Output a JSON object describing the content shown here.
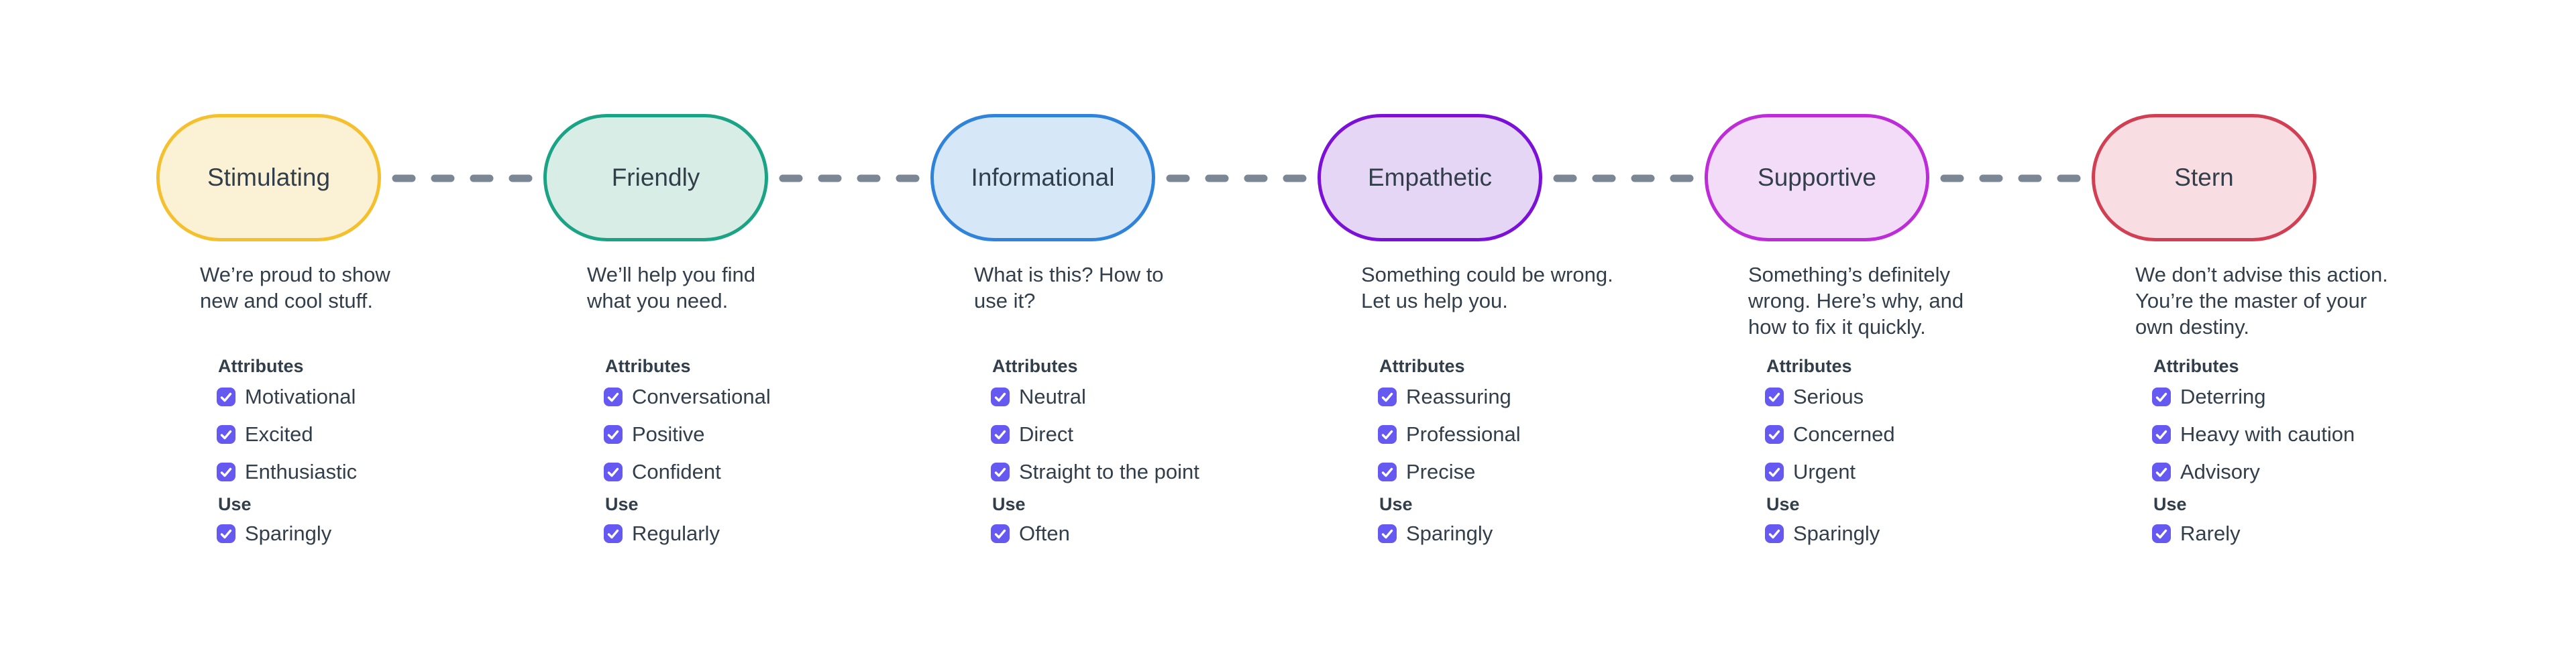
{
  "palette": {
    "background": "#FFFFFF",
    "text": "#323F4B",
    "checkbox_fill": "#6659F1",
    "checkmark": "#FFFFFF",
    "connector_dash": "#7B8794"
  },
  "sections": {
    "attributes_label": "Attributes",
    "use_label": "Use"
  },
  "tones": [
    {
      "label": "Stimulating",
      "description": "We’re proud to show\nnew and cool stuff.",
      "fill": "#FBF2D5",
      "border": "#F5C02E",
      "attributes": [
        {
          "label": "Motivational",
          "checked": true
        },
        {
          "label": "Excited",
          "checked": true
        },
        {
          "label": "Enthusiastic",
          "checked": true
        }
      ],
      "use": {
        "label": "Sparingly",
        "checked": true
      }
    },
    {
      "label": "Friendly",
      "description": "We’ll help you find\nwhat you need.",
      "fill": "#D9EDE7",
      "border": "#1AA385",
      "attributes": [
        {
          "label": "Conversational",
          "checked": true
        },
        {
          "label": "Positive",
          "checked": true
        },
        {
          "label": "Confident",
          "checked": true
        }
      ],
      "use": {
        "label": "Regularly",
        "checked": true
      }
    },
    {
      "label": "Informational",
      "description": "What is this? How to\nuse it?",
      "fill": "#D6E8F8",
      "border": "#2F83DA",
      "attributes": [
        {
          "label": "Neutral",
          "checked": true
        },
        {
          "label": "Direct",
          "checked": true
        },
        {
          "label": "Straight to the point",
          "checked": true
        }
      ],
      "use": {
        "label": "Often",
        "checked": true
      }
    },
    {
      "label": "Empathetic",
      "description": "Something could be wrong.\nLet us help you.",
      "fill": "#E6D6F5",
      "border": "#7B10D8",
      "attributes": [
        {
          "label": "Reassuring",
          "checked": true
        },
        {
          "label": "Professional",
          "checked": true
        },
        {
          "label": "Precise",
          "checked": true
        }
      ],
      "use": {
        "label": "Sparingly",
        "checked": true
      }
    },
    {
      "label": "Supportive",
      "description": "Something’s definitely\nwrong. Here’s why, and\nhow to fix it quickly.",
      "fill": "#F2DCF7",
      "border": "#BE2BD9",
      "attributes": [
        {
          "label": "Serious",
          "checked": true
        },
        {
          "label": "Concerned",
          "checked": true
        },
        {
          "label": "Urgent",
          "checked": true
        }
      ],
      "use": {
        "label": "Sparingly",
        "checked": true
      }
    },
    {
      "label": "Stern",
      "description": "We don’t advise this action.\nYou’re the master of your\nown destiny.",
      "fill": "#F8DDE2",
      "border": "#D23F53",
      "attributes": [
        {
          "label": "Deterring",
          "checked": true
        },
        {
          "label": "Heavy with caution",
          "checked": true
        },
        {
          "label": "Advisory",
          "checked": true
        }
      ],
      "use": {
        "label": "Rarely",
        "checked": true
      }
    }
  ]
}
